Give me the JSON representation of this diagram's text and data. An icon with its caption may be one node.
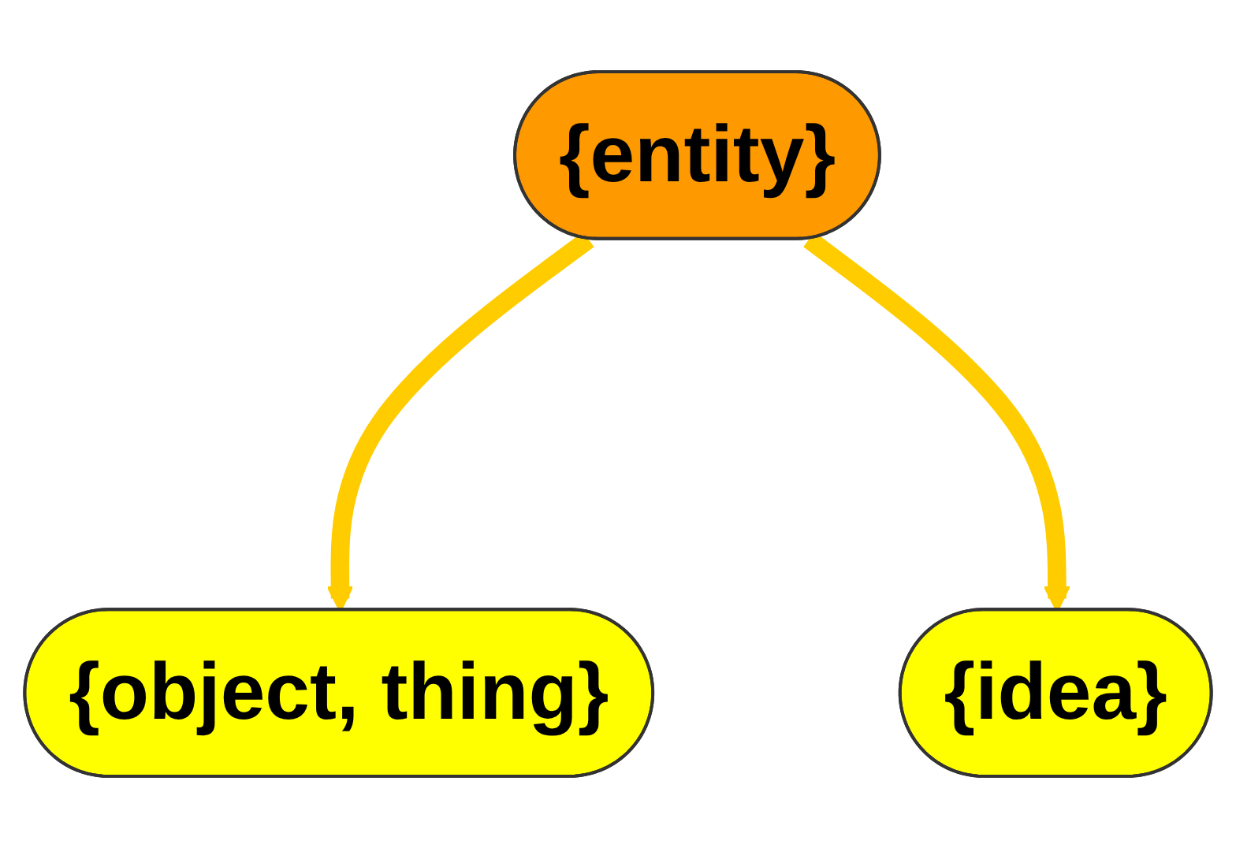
{
  "diagram": {
    "nodes": [
      {
        "text": [
          "{entity}"
        ]
      },
      {
        "text": [
          "{object, thing}"
        ]
      },
      {
        "text": [
          "{idea}"
        ]
      }
    ],
    "edges": [
      {
        "from": 0,
        "to": 1,
        "arrow": "to"
      },
      {
        "from": 0,
        "to": 2,
        "arrow": "to"
      }
    ]
  }
}
